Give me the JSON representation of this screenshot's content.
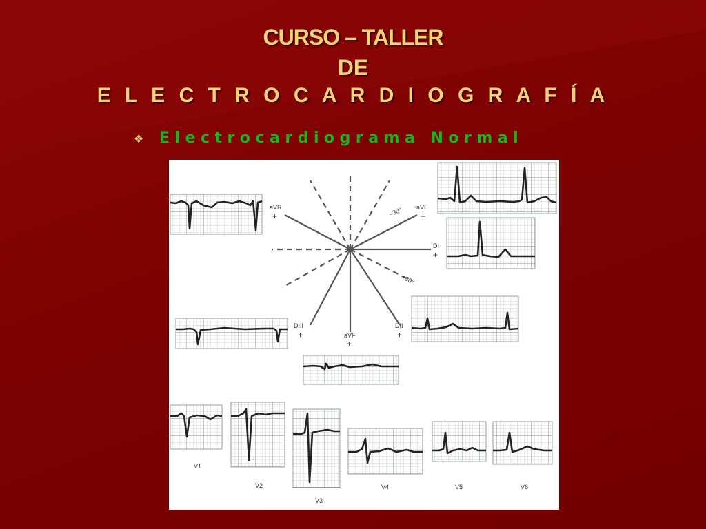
{
  "slide": {
    "title_line1": "CURSO – TALLER",
    "title_line2": "DE",
    "title_line3": "E L E C T R O C A R D I O G R A F Í A",
    "bullet_icon": "diamond-bullet-icon",
    "subtitle": "Electrocardiograma Normal"
  },
  "figure": {
    "axis_labels": {
      "avr": "aVR",
      "avl": "aVL",
      "d1": "DI",
      "d2": "DII",
      "d3": "DIII",
      "avf": "aVF",
      "minus30": "–30°",
      "plus30": "+30°",
      "plus": "+"
    },
    "precordial_labels": [
      "V1",
      "V2",
      "V3",
      "V4",
      "V5",
      "V6"
    ]
  },
  "colors": {
    "background": "#7a0000",
    "title": "#f4d27a",
    "subtitle": "#1bb51b",
    "grid": "#9aa89a",
    "trace": "#222222"
  }
}
